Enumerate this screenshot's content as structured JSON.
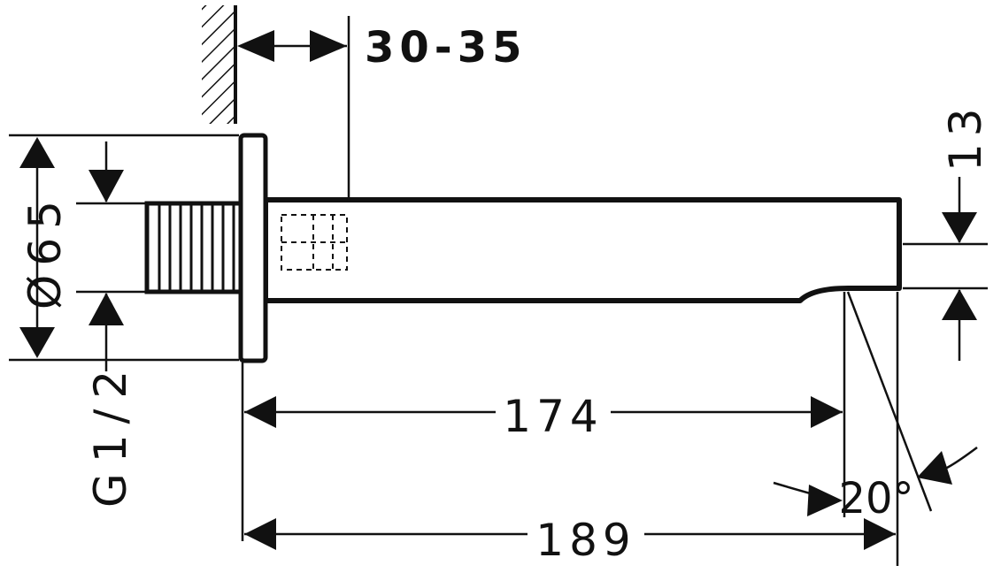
{
  "drawing": {
    "wall_depth_label": "30-35",
    "thread_label": "G1/2",
    "flange_diameter_label": "Ø65",
    "outlet_height_label": "13",
    "spout_length_label": "174",
    "overall_length_label": "189",
    "angle_label": "20°"
  },
  "colors": {
    "line": "#111111",
    "background": "#ffffff"
  }
}
